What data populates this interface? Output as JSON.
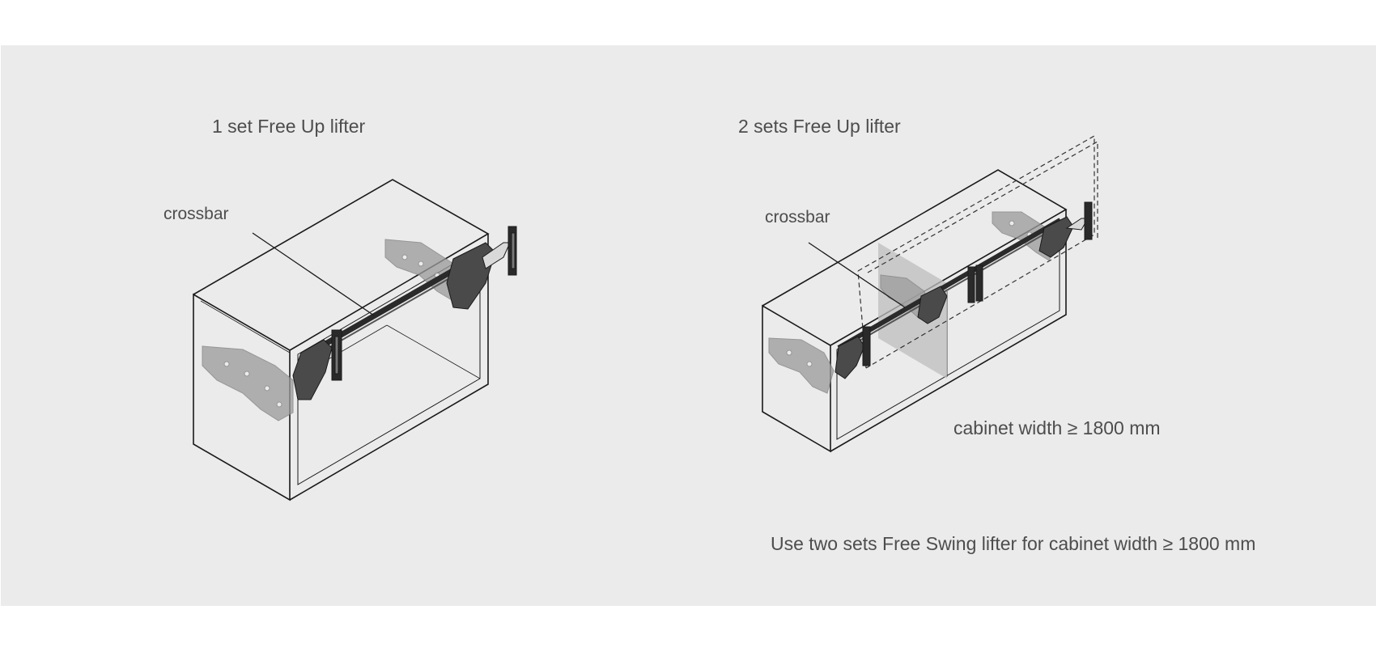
{
  "diagram": {
    "left": {
      "title": "1 set Free Up lifter",
      "callout": "crossbar"
    },
    "right": {
      "title": "2 sets Free Up lifter",
      "callout": "crossbar",
      "width_note": "cabinet width ≥ 1800 mm"
    },
    "footer_note": "Use two sets Free Swing lifter for cabinet width ≥ 1800 mm"
  },
  "colors": {
    "background": "#ebebeb",
    "page": "#ffffff",
    "line": "#1a1a1a",
    "text": "#4d4d4d",
    "ghost_bracket": "#8a8a8a",
    "divider_panel": "#bdbdbd"
  }
}
